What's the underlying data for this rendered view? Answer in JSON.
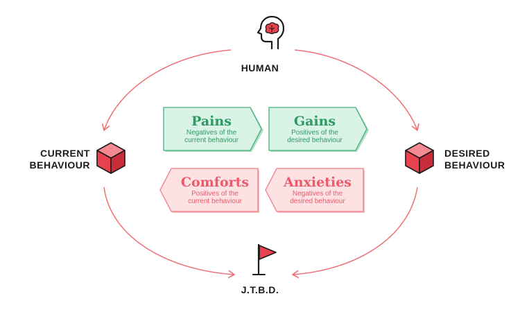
{
  "nodes": {
    "human": "HUMAN",
    "current_behaviour": [
      "CURRENT",
      "BEHAVIOUR"
    ],
    "desired_behaviour": [
      "DESIRED",
      "BEHAVIOUR"
    ],
    "jtbd": "J.T.B.D."
  },
  "forces": {
    "pains": {
      "title": "Pains",
      "lines": [
        "Negatives of the",
        "current behaviour"
      ]
    },
    "gains": {
      "title": "Gains",
      "lines": [
        "Positives of the",
        "desired behaviour"
      ]
    },
    "comforts": {
      "title": "Comforts",
      "lines": [
        "Positives of the",
        "current behaviour"
      ]
    },
    "anxieties": {
      "title": "Anxieties",
      "lines": [
        "Negatives of the",
        "desired behaviour"
      ]
    }
  },
  "colors": {
    "arc": "#ef6f78",
    "cube_front": "#e8424f",
    "cube_top": "#f58a92",
    "cube_side": "#c72d3a",
    "green_fill": "#d9f3e6",
    "green_stroke": "#45ad79",
    "red_fill": "#fde1e3",
    "red_stroke": "#ef7b86"
  },
  "icons": {
    "human": "head-with-brain-icon",
    "behaviour": "cube-icon",
    "jtbd": "flag-icon"
  }
}
